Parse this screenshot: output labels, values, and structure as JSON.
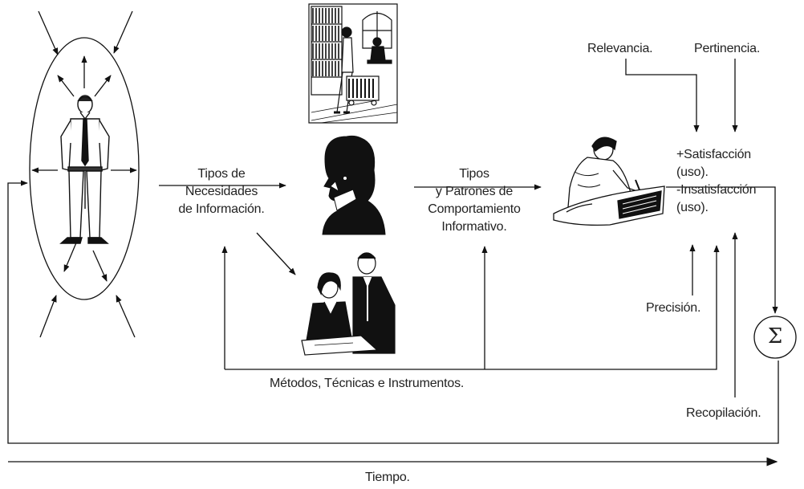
{
  "labels": {
    "need_types": [
      "Tipos de",
      "Necesidades",
      "de Información."
    ],
    "behavior_patterns": [
      "Tipos",
      "y Patrones de",
      "Comportamiento",
      "Informativo."
    ],
    "relevance": "Relevancia.",
    "pertinence": "Pertinencia.",
    "outcome": [
      "+Satisfacción",
      "(uso).",
      "-Insatisfacción",
      "(uso)."
    ],
    "precision": "Precisión.",
    "methods": "Métodos, Técnicas e Instrumentos.",
    "compilation": "Recopilación.",
    "time": "Tiempo.",
    "sigma": "Σ"
  },
  "icons": [
    "standing-man-icon",
    "library-reader-icon",
    "thinking-woman-icon",
    "two-people-meeting-icon",
    "writing-man-icon"
  ]
}
